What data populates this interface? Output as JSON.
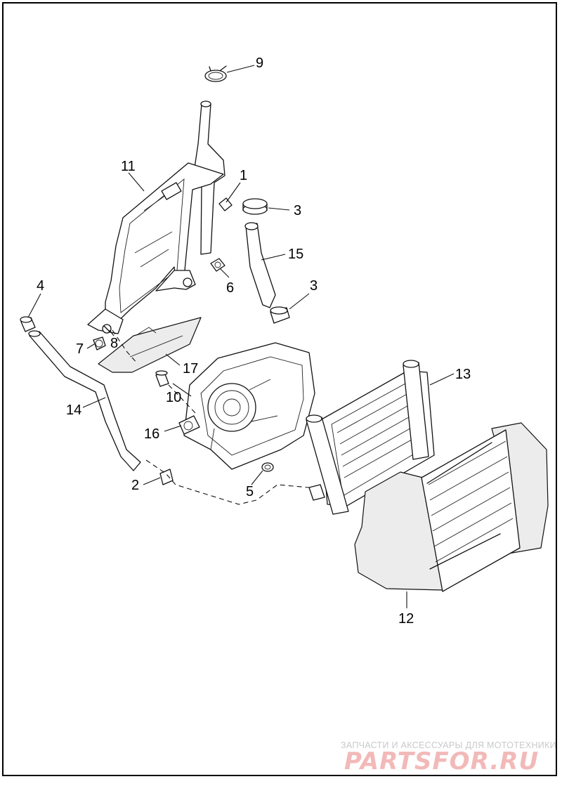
{
  "callouts": {
    "c1": "1",
    "c2": "2",
    "c3a": "3",
    "c3b": "3",
    "c4": "4",
    "c5": "5",
    "c6": "6",
    "c7": "7",
    "c8": "8",
    "c9": "9",
    "c10": "10",
    "c11": "11",
    "c12": "12",
    "c13": "13",
    "c14": "14",
    "c15": "15",
    "c16": "16",
    "c17": "17"
  },
  "watermark": {
    "tagline": "ЗАПЧАСТИ И АКСЕССУАРЫ ДЛЯ МОТОТЕХНИКИ",
    "logo": "PARTSFOR.RU"
  },
  "colors": {
    "line": "#111111",
    "watermark_text": "#c9c9c9",
    "watermark_logo": "#f2b9b9"
  }
}
